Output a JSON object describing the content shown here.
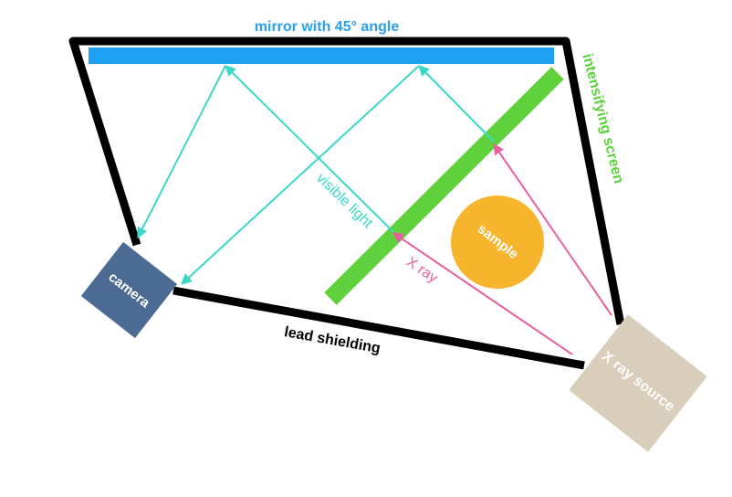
{
  "labels": {
    "mirror": "mirror with 45° angle",
    "intensifying_screen": "intensifying screen",
    "visible_light": "visible light",
    "x_ray": "X ray",
    "sample": "sample",
    "camera": "camera",
    "lead_shielding": "lead shielding",
    "x_ray_source": "X ray source"
  },
  "colors": {
    "mirror": "#1ea0f5",
    "mirror_label": "#2a9ff0",
    "intensifying_screen": "#5fd13c",
    "visible_light": "#3bd8c9",
    "x_ray": "#e8609f",
    "sample": "#f6b52d",
    "camera": "#4b6b94",
    "lead_shielding": "#000000",
    "x_ray_source": "#d9cdbb"
  }
}
